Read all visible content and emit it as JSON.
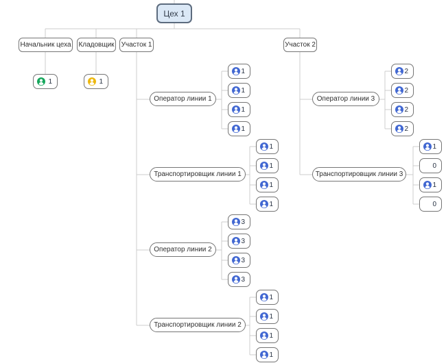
{
  "colors": {
    "connector": "#cccccc",
    "node_border": "#757575",
    "root_fill": "#dbe8f6",
    "root_border": "#5c6b7e",
    "person_green": "#16a75c",
    "person_yellow": "#edb80e",
    "person_blue": "#4268d2"
  },
  "org": {
    "root": {
      "label": "Цех 1"
    },
    "managers": [
      {
        "label": "Начальник цеха",
        "slot": {
          "icon": "person-green",
          "count": "1"
        }
      },
      {
        "label": "Кладовщик",
        "slot": {
          "icon": "person-yellow",
          "count": "1"
        }
      }
    ],
    "sections": [
      {
        "label": "Участок 1",
        "roles": [
          {
            "label": "Оператор линии 1",
            "slots": [
              {
                "icon": "person-blue",
                "count": "1"
              },
              {
                "icon": "person-blue",
                "count": "1"
              },
              {
                "icon": "person-blue",
                "count": "1"
              },
              {
                "icon": "person-blue",
                "count": "1"
              }
            ]
          },
          {
            "label": "Транспортировщик линии 1",
            "slots": [
              {
                "icon": "person-blue",
                "count": "1"
              },
              {
                "icon": "person-blue",
                "count": "1"
              },
              {
                "icon": "person-blue",
                "count": "1"
              },
              {
                "icon": "person-blue",
                "count": "1"
              }
            ]
          },
          {
            "label": "Оператор линии 2",
            "slots": [
              {
                "icon": "person-blue",
                "count": "3"
              },
              {
                "icon": "person-blue",
                "count": "3"
              },
              {
                "icon": "person-blue",
                "count": "3"
              },
              {
                "icon": "person-blue",
                "count": "3"
              }
            ]
          },
          {
            "label": "Транспортировщик линии 2",
            "slots": [
              {
                "icon": "person-blue",
                "count": "1"
              },
              {
                "icon": "person-blue",
                "count": "1"
              },
              {
                "icon": "person-blue",
                "count": "1"
              },
              {
                "icon": "person-blue",
                "count": "1"
              }
            ]
          }
        ]
      },
      {
        "label": "Участок 2",
        "roles": [
          {
            "label": "Оператор линии 3",
            "slots": [
              {
                "icon": "person-blue",
                "count": "2"
              },
              {
                "icon": "person-blue",
                "count": "2"
              },
              {
                "icon": "person-blue",
                "count": "2"
              },
              {
                "icon": "person-blue",
                "count": "2"
              }
            ]
          },
          {
            "label": "Транспортировщик линии 3",
            "slots": [
              {
                "icon": "person-blue",
                "count": "1"
              },
              {
                "icon": null,
                "count": "0"
              },
              {
                "icon": "person-blue",
                "count": "1"
              },
              {
                "icon": null,
                "count": "0"
              }
            ]
          }
        ]
      }
    ]
  }
}
